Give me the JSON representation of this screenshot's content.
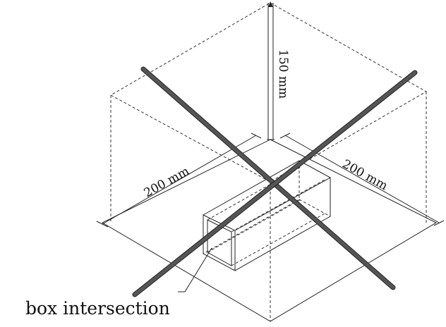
{
  "labels": {
    "height": "150 mm",
    "width_left": "200 mm",
    "width_right": "200 mm",
    "caption": "box intersection"
  },
  "colors": {
    "line": "#222222",
    "rod": "#555555",
    "background": "#ffffff"
  }
}
